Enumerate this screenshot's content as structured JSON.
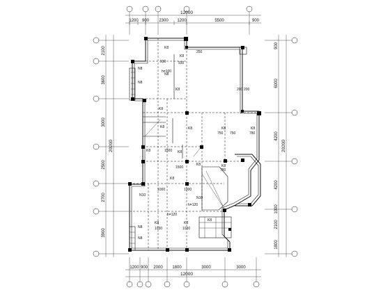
{
  "top_dims_row1": [
    "1200",
    "900",
    "2300",
    "1200",
    "5500",
    "900"
  ],
  "top_total": "12000",
  "bottom_dims_row1": [
    "1200",
    "900",
    "2000",
    "1800",
    "3000",
    "3000"
  ],
  "bottom_total": "12000",
  "left_dims": [
    "2100",
    "3600",
    "3000",
    "2500",
    "2700",
    "3900"
  ],
  "left_total": "20200",
  "right_dims": [
    "900",
    "6000",
    "4200",
    "4200",
    "1000",
    "2100",
    "1800"
  ],
  "right_total": "20200",
  "slab_labels": [
    "K8",
    "K8",
    "N8",
    "N8",
    "N8",
    "K8",
    "K8",
    "K8",
    "K8",
    "K8",
    "K8",
    "K8",
    "K8",
    "K8",
    "K8",
    "N10",
    "N10",
    "N8",
    "N8",
    "K8",
    "K8",
    "K8",
    "K8"
  ],
  "thickness_labels": [
    "h=100",
    "h=120",
    "h=120"
  ],
  "dim_labels": [
    "930",
    "930",
    "1030",
    "1030",
    "750",
    "750",
    "780",
    "780",
    "1000",
    "1000",
    "1500",
    "1500",
    "200",
    "200",
    "250"
  ]
}
